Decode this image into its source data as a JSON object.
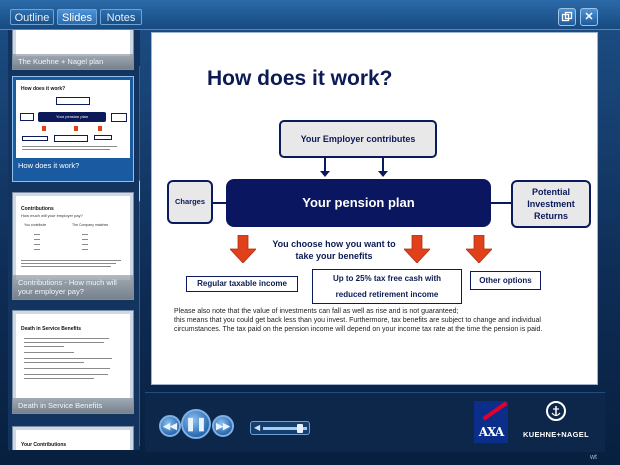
{
  "tabs": [
    {
      "label": "Outline",
      "active": false
    },
    {
      "label": "Slides",
      "active": true
    },
    {
      "label": "Notes",
      "active": false
    }
  ],
  "window_buttons": {
    "restore_icon": "restore-icon",
    "close_glyph": "✕"
  },
  "sidebar": {
    "thumbs": [
      {
        "caption": "The Kuehne + Nagel plan"
      },
      {
        "caption": "How does it work?",
        "mini_title": "How does it work?",
        "mini_plan": "Your pension plan"
      },
      {
        "caption": "Contributions - How much will your employer pay?",
        "mini_title": "Contributions",
        "mini_sub": "How much will your employer pay?",
        "mini_col1": "You contribute",
        "mini_col2": "The Company matches"
      },
      {
        "caption": "Death in Service Benefits",
        "mini_title": "Death in Service Benefits"
      },
      {
        "caption": "",
        "mini_title": "Your Contributions"
      }
    ]
  },
  "slide": {
    "title": "How does it work?",
    "employer": "Your Employer contributes",
    "plan": "Your pension plan",
    "charges": "Charges",
    "returns": [
      "Potential",
      "Investment",
      "Returns"
    ],
    "choose": "You choose how you want to take your benefits",
    "options": {
      "income": "Regular taxable income",
      "taxfree_line1": "Up to 25% tax free cash with",
      "taxfree_line2": "reduced retirement income",
      "other": "Other options"
    },
    "note_line1": "Please also note that the value of investments can fall as well as rise and is not guaranteed;",
    "note_line2": "this means that you could get back less than you invest. Furthermore, tax benefits are subject to change and individual circumstances. The tax paid on the pension income will depend on your income tax rate at the time the pension is paid."
  },
  "controls": {
    "rewind_icon": "rewind-icon",
    "pause_icon": "pause-icon",
    "forward_icon": "fast-forward-icon",
    "volume_icon": "volume-icon",
    "volume_level": 0.85
  },
  "logos": {
    "axa": "AXA",
    "kn": "KUEHNE+NAGEL"
  },
  "watermark": "wt",
  "colors": {
    "navy": "#0a1760",
    "red_arrow": "#e0401a",
    "accent_blue": "#2b6ab0"
  }
}
